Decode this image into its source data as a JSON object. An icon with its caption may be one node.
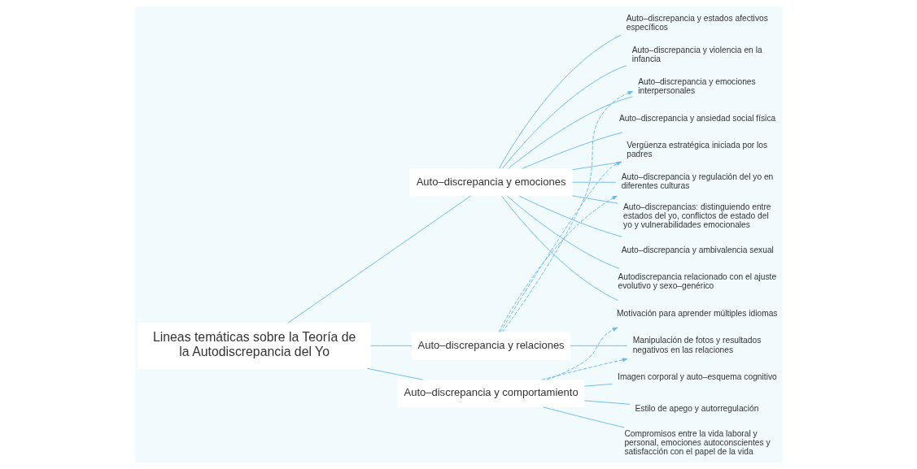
{
  "diagram": {
    "nodes": [
      {
        "text": [
          "Lineas temáticas sobre la Teoría de la Autodiscrepancia del Yo"
        ]
      },
      {
        "text": [
          "Auto–discrepancia y emociones"
        ]
      },
      {
        "text": [
          "Auto–discrepancia y relaciones"
        ]
      },
      {
        "text": [
          "Auto–discrepancia y comportamiento"
        ]
      },
      {
        "text": [
          "Auto–discrepancia y estados afectivos específicos"
        ]
      },
      {
        "text": [
          "Auto–discrepancia y violencia en la infancia"
        ]
      },
      {
        "text": [
          "Auto–discrepancia y emociones interpersonales"
        ]
      },
      {
        "text": [
          "Auto–discrepancia y ansiedad social física"
        ]
      },
      {
        "text": [
          "Vergüenza estratégica iniciada por los padres"
        ]
      },
      {
        "text": [
          "Auto–discrepancia y regulación del yo en diferentes culturas"
        ]
      },
      {
        "text": [
          "Auto–discrepancias: distinguiendo entre estados del yo, conflictos de estado del yo y vulnerabilidades emocionales"
        ]
      },
      {
        "text": [
          "Auto–discrepancia y ambivalencia sexual"
        ]
      },
      {
        "text": [
          "Autodiscrepancia relacionado con el ajuste evolutivo y sexo–genérico"
        ]
      },
      {
        "text": [
          "Motivación para aprender múltiples idiomas"
        ]
      },
      {
        "text": [
          "Manipulación de fotos y resultados negativos en las relaciones"
        ]
      },
      {
        "text": [
          "Imagen corporal y auto–esquema cognitivo"
        ]
      },
      {
        "text": [
          "Estilo de apego y autorregulación"
        ]
      },
      {
        "text": [
          "Compromisos entre la vida laboral y personal, emociones autoconscientes y satisfacción con el papel de la vida"
        ]
      }
    ],
    "edges": [
      {
        "from": 0,
        "to": 1,
        "arrow": "none"
      },
      {
        "from": 0,
        "to": 2,
        "arrow": "none"
      },
      {
        "from": 0,
        "to": 3,
        "arrow": "none"
      },
      {
        "from": 1,
        "to": 4,
        "arrow": "none"
      },
      {
        "from": 1,
        "to": 5,
        "arrow": "none"
      },
      {
        "from": 1,
        "to": 6,
        "arrow": "none"
      },
      {
        "from": 1,
        "to": 7,
        "arrow": "none"
      },
      {
        "from": 1,
        "to": 8,
        "arrow": "none"
      },
      {
        "from": 1,
        "to": 9,
        "arrow": "none"
      },
      {
        "from": 1,
        "to": 10,
        "arrow": "none"
      },
      {
        "from": 1,
        "to": 11,
        "arrow": "none"
      },
      {
        "from": 1,
        "to": 12,
        "arrow": "none"
      },
      {
        "from": 1,
        "to": 13,
        "arrow": "none"
      },
      {
        "from": 2,
        "to": 14,
        "arrow": "none"
      },
      {
        "from": 3,
        "to": 15,
        "arrow": "none"
      },
      {
        "from": 3,
        "to": 16,
        "arrow": "none"
      },
      {
        "from": 3,
        "to": 17,
        "arrow": "none"
      },
      {
        "from": 2,
        "to": 6,
        "arrow": "to",
        "style": "dashed"
      },
      {
        "from": 2,
        "to": 8,
        "arrow": "to",
        "style": "dashed"
      },
      {
        "from": 2,
        "to": 9,
        "arrow": "to",
        "style": "dashed"
      },
      {
        "from": 3,
        "to": 14,
        "arrow": "to",
        "style": "dashed"
      },
      {
        "from": 3,
        "to": 13,
        "arrow": "to",
        "style": "dashed"
      }
    ]
  }
}
